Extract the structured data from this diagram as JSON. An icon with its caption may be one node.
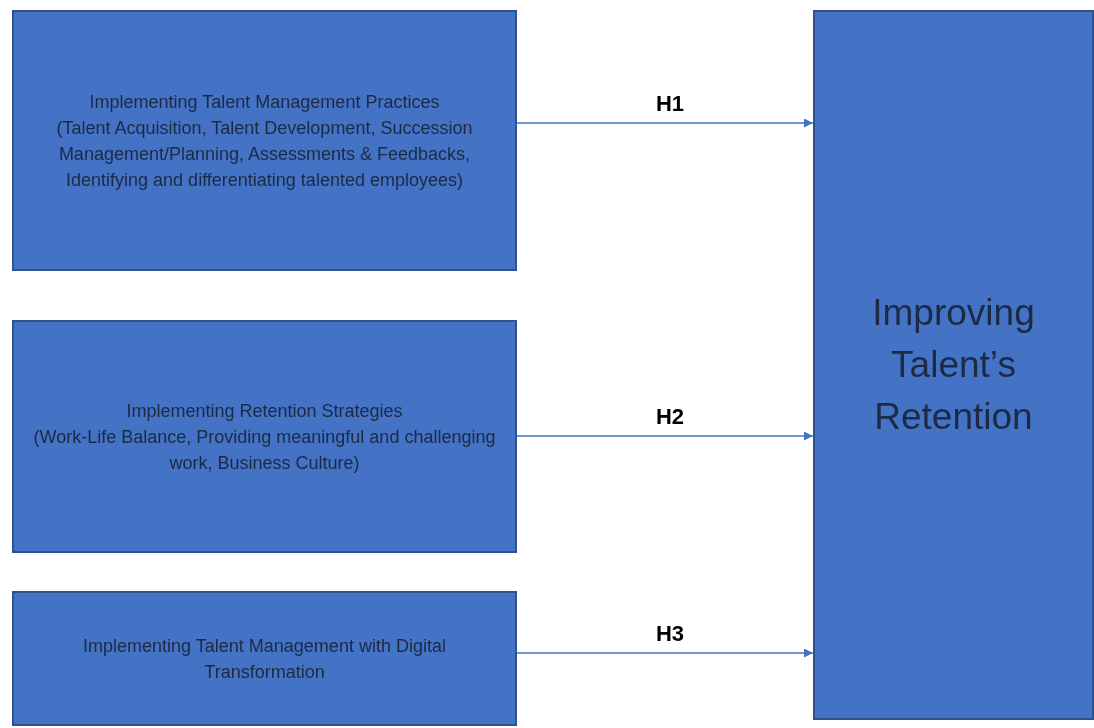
{
  "diagram": {
    "nodes": [
      {
        "text": [
          "Implementing Talent Management Practices",
          "(Talent Acquisition, Talent Development, Succession Management/Planning, Assessments & Feedbacks, Identifying and differentiating talented employees)"
        ]
      },
      {
        "text": [
          "Implementing Retention Strategies",
          "(Work-Life Balance, Providing meaningful and challenging work, Business Culture)"
        ]
      },
      {
        "text": [
          "Implementing Talent Management with Digital Transformation"
        ]
      },
      {
        "text": [
          "Improving Talent’s Retention"
        ]
      }
    ],
    "edges": [
      {
        "from": 0,
        "to": 3,
        "arrow": "to",
        "label": "H1"
      },
      {
        "from": 1,
        "to": 3,
        "arrow": "to",
        "label": "H2"
      },
      {
        "from": 2,
        "to": 3,
        "arrow": "to",
        "label": "H3"
      }
    ]
  }
}
